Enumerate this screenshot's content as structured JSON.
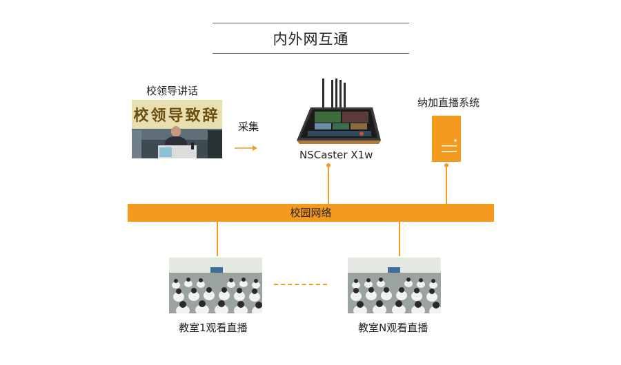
{
  "title": "内外网互通",
  "leader_speech": {
    "label": "校领导讲话",
    "banner_text": "校领导致辞"
  },
  "capture": {
    "label": "采集"
  },
  "encoder": {
    "label": "NSCaster X1w"
  },
  "server": {
    "label": "纳加直播系统"
  },
  "network": {
    "label": "校园网络"
  },
  "classroom_1": {
    "label": "教室1观看直播"
  },
  "classroom_n": {
    "label": "教室N观看直播"
  },
  "colors": {
    "accent": "#f39a1f",
    "line": "#555555",
    "text": "#222222"
  }
}
